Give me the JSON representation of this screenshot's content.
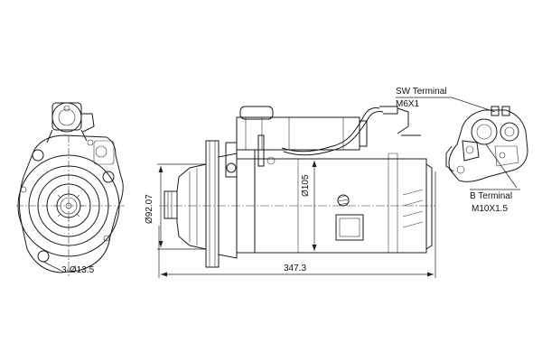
{
  "labels": {
    "sw_terminal": "SW Terminal",
    "sw_thread": "M6X1",
    "b_terminal": "B Terminal",
    "b_thread": "M10X1.5",
    "holes": "3-Ø13.5",
    "diameter_1": "Ø92.07",
    "diameter_2": "Ø105",
    "length": "347.3"
  }
}
